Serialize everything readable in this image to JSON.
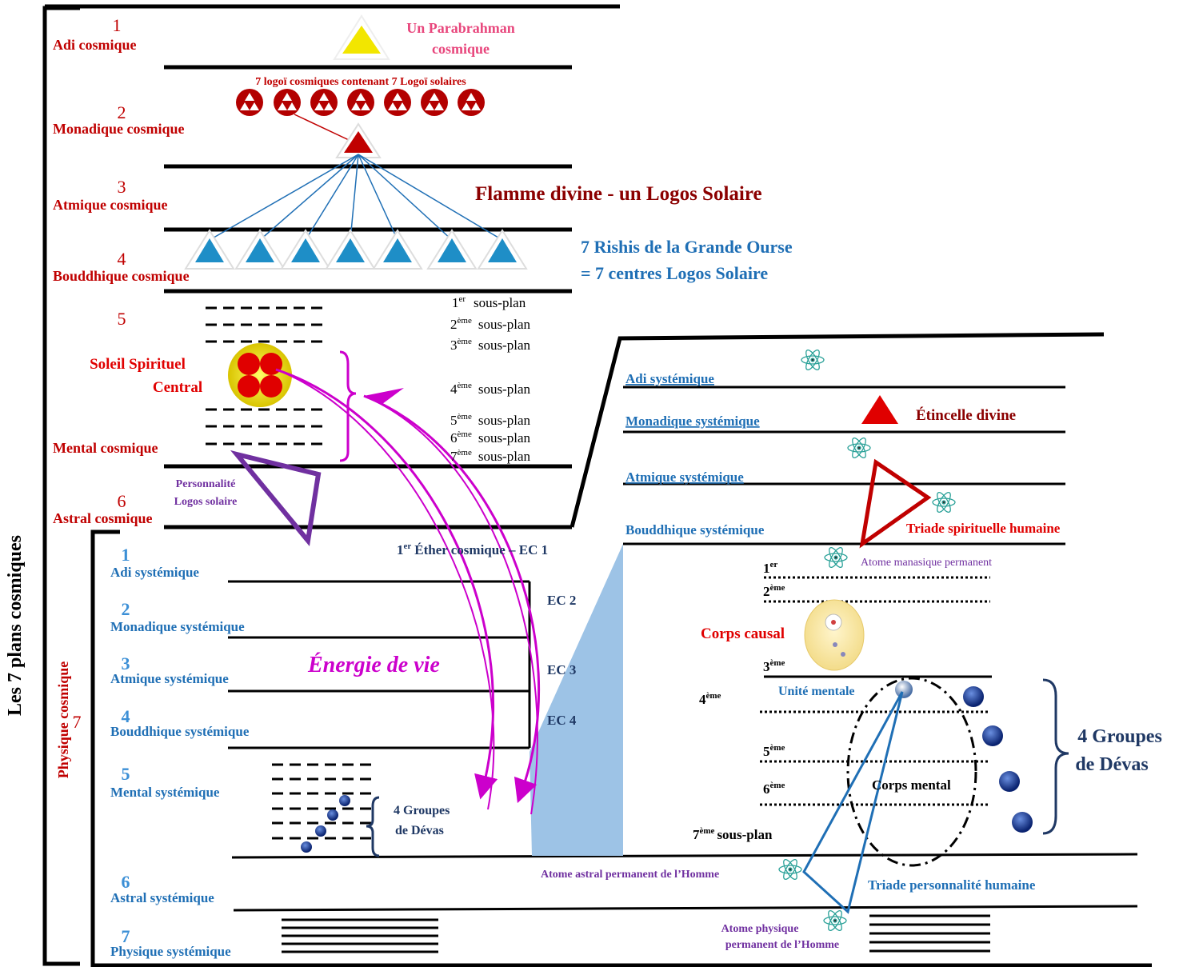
{
  "title": "Les 7 plans cosmiques",
  "colors": {
    "cosmic_red": "#c00000",
    "dark_red": "#8b0000",
    "system_blue": "#1f6fb5",
    "navy": "#1f3864",
    "purple": "#7030a0",
    "pink": "#e8467c",
    "magenta": "#cc00cc",
    "light_blue_fill": "#9dc3e6"
  },
  "cosmic_planes": [
    {
      "number": "1",
      "name": "Adi cosmique"
    },
    {
      "number": "2",
      "name": "Monadique cosmique"
    },
    {
      "number": "3",
      "name": "Atmique cosmique"
    },
    {
      "number": "4",
      "name": "Bouddhique  cosmique"
    },
    {
      "number": "5",
      "name": "Mental cosmique"
    },
    {
      "number": "6",
      "name": "Astral cosmique"
    },
    {
      "number": "7",
      "name": "Physique  cosmique"
    }
  ],
  "labels": {
    "parabrahman_1": "Un Parabrahman",
    "parabrahman_2": "cosmique",
    "seven_logoi": "7 logoï cosmiques  contenant  7  Logoï solaires",
    "flamme": "Flamme divine - un Logos Solaire",
    "rishis_1": "7 Rishis de la Grande Ourse",
    "rishis_2": "= 7 centres Logos Solaire",
    "soleil_1": "Soleil Spirituel",
    "soleil_2": "Central",
    "personnalite_1": "Personnalité",
    "personnalite_2": "Logos solaire",
    "energie": "Énergie de vie",
    "ether_ec1": "Éther cosmique – EC 1",
    "ec2": "EC 2",
    "ec3": "EC 3",
    "ec4": "EC 4",
    "etincelle": "Étincelle divine",
    "triade_spirituelle": "Triade spirituelle humaine",
    "atome_manasique": "Atome manasique  permanent",
    "corps_causal": "Corps causal",
    "unite_mentale": "Unité mentale",
    "corps_mental": "Corps mental",
    "groupes_devas_big_1": "4 Groupes",
    "groupes_devas_big_2": "de Dévas",
    "groupes_devas_small_1": "4 Groupes",
    "groupes_devas_small_2": "de Dévas",
    "atome_astral": "Atome  astral  permanent  de l’Homme",
    "triade_personnalite": "Triade personnalité humaine",
    "atome_physique_1": "Atome  physique",
    "atome_physique_2": "permanent  de l’Homme",
    "sous_plan": "sous-plan",
    "sous_plan_7": "sous-plan"
  },
  "ordinals": {
    "er": "er",
    "eme": "ème",
    "n1": "1",
    "n2": "2",
    "n3": "3",
    "n4": "4",
    "n5": "5",
    "n6": "6",
    "n7": "7"
  },
  "systemic_planes_left": [
    {
      "number": "1",
      "name": "Adi systémique"
    },
    {
      "number": "2",
      "name": "Monadique systémique"
    },
    {
      "number": "3",
      "name": "Atmique systémique"
    },
    {
      "number": "4",
      "name": "Bouddhique systémique"
    },
    {
      "number": "5",
      "name": "Mental systémique"
    },
    {
      "number": "6",
      "name": "Astral systémique"
    },
    {
      "number": "7",
      "name": "Physique systémique"
    }
  ],
  "systemic_planes_right": [
    {
      "name": "Adi systémique"
    },
    {
      "name": "Monadique systémique"
    },
    {
      "name": "Atmique systémique"
    },
    {
      "name": "Bouddhique systémique"
    }
  ]
}
